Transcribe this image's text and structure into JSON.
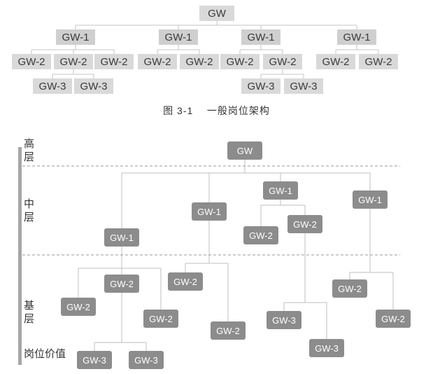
{
  "top_chart": {
    "root": "GW",
    "level1": [
      "GW-1",
      "GW-1",
      "GW-1",
      "GW-1"
    ],
    "level2": [
      "GW-2",
      "GW-2",
      "GW-2",
      "GW-2",
      "GW-2",
      "GW-2",
      "GW-2",
      "GW-2",
      "GW-2"
    ],
    "level3": [
      "GW-3",
      "GW-3",
      "GW-3",
      "GW-3"
    ],
    "caption_number": "图 3-1",
    "caption_title": "一般岗位架构"
  },
  "bottom_chart": {
    "root": "GW",
    "level1": [
      "GW-1",
      "GW-1",
      "GW-1",
      "GW-1"
    ],
    "level2": [
      "GW-2",
      "GW-2",
      "GW-2",
      "GW-2",
      "GW-2",
      "GW-2",
      "GW-2",
      "GW-2",
      "GW-2"
    ],
    "level3": [
      "GW-3",
      "GW-3",
      "GW-3",
      "GW-3"
    ],
    "side_labels": {
      "high_1": "高",
      "high_2": "层",
      "mid_1": "中",
      "mid_2": "层",
      "base_1": "基",
      "base_2": "层",
      "value": "岗位价值"
    }
  },
  "colors": {
    "top_box": "#d9d9d9",
    "bottom_box": "#8c8c8c",
    "line": "#bfbfbf",
    "axis_bar": "#a6a6a6"
  }
}
